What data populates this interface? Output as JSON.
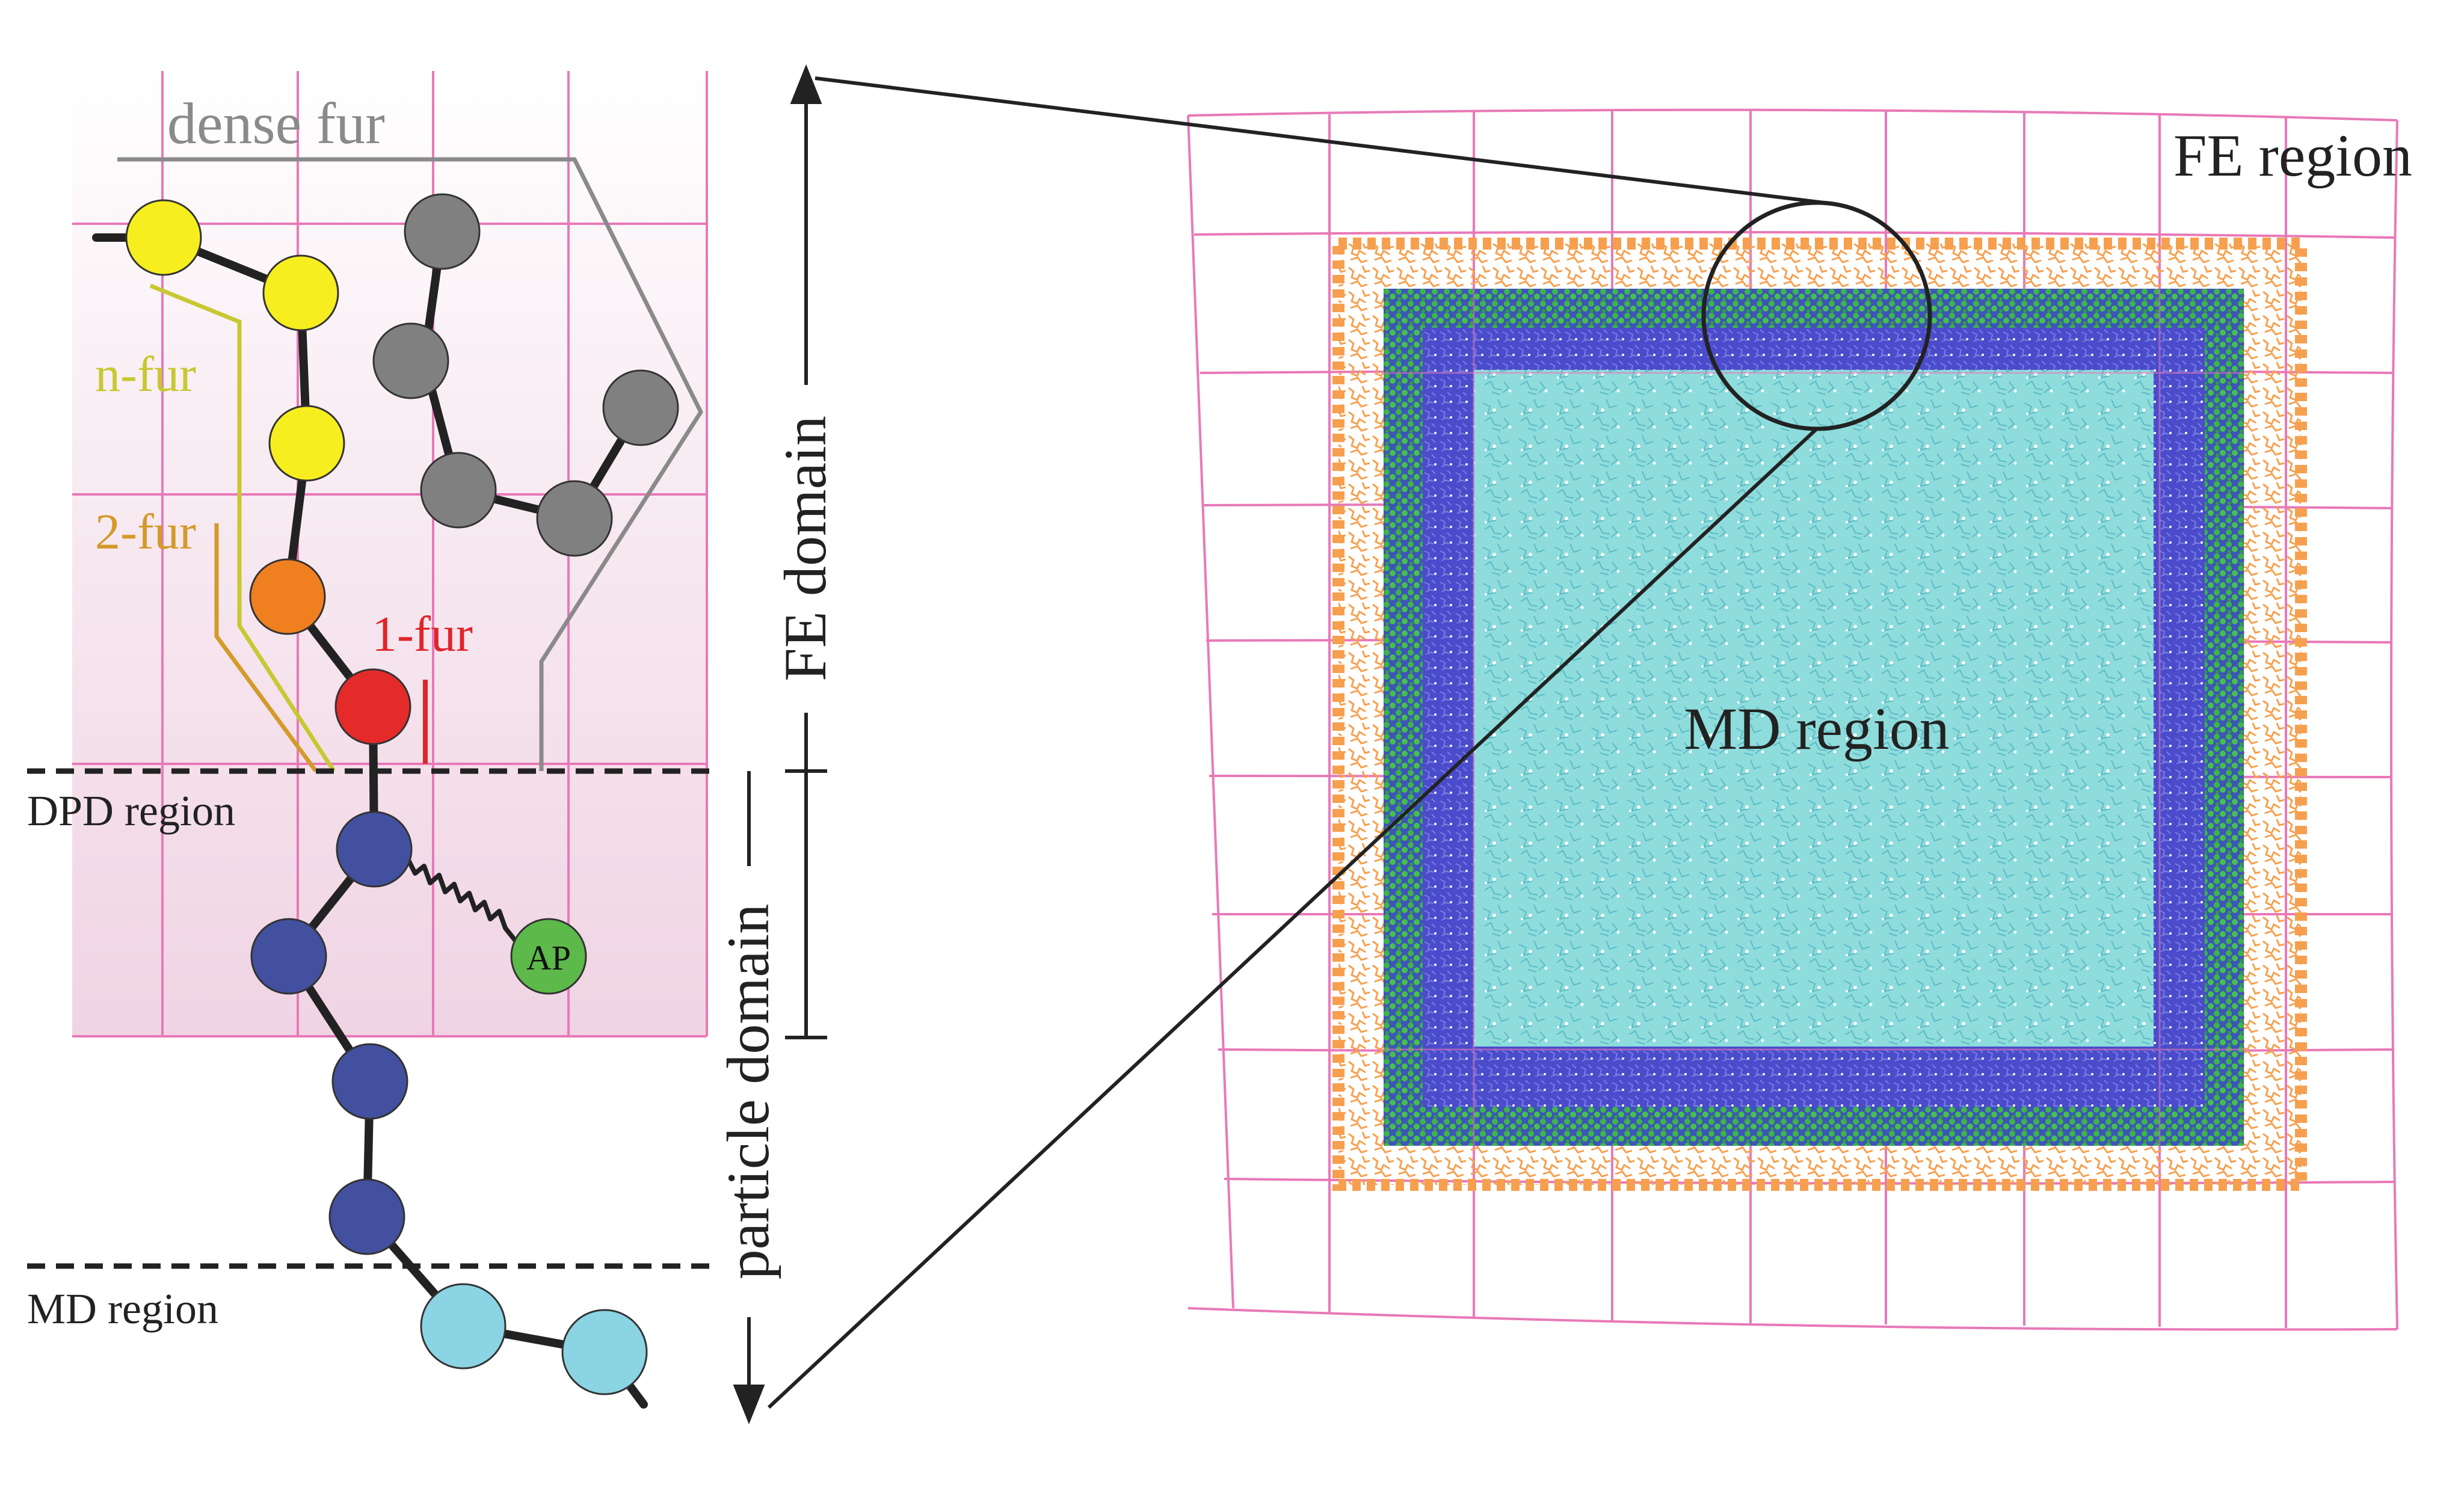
{
  "labels": {
    "dense_fur": "dense fur",
    "n_fur": "n-fur",
    "two_fur": "2-fur",
    "one_fur": "1-fur",
    "dpd_region": "DPD region",
    "md_region_left": "MD region",
    "ap": "AP",
    "fe_domain": "FE domain",
    "particle_domain": "particle domain",
    "fe_region": "FE region",
    "md_region_center": "MD region"
  },
  "colors": {
    "grid": "#e879b8",
    "dense_fur": "#8a8a8a",
    "n_fur": "#c8c832",
    "two_fur": "#d49a2a",
    "one_fur": "#e0252a",
    "bead_yellow": "#f7ee1f",
    "bead_gray": "#808080",
    "bead_orange": "#f07f20",
    "bead_red": "#e52a2a",
    "bead_blue": "#43509f",
    "bead_cyan": "#8ad4e3",
    "ap_green": "#5db94a",
    "md_fill": "#88dada",
    "blue_layer": "#4a4cc0",
    "green_layer": "#3cb54a",
    "orange_layer": "#f6a04f"
  }
}
